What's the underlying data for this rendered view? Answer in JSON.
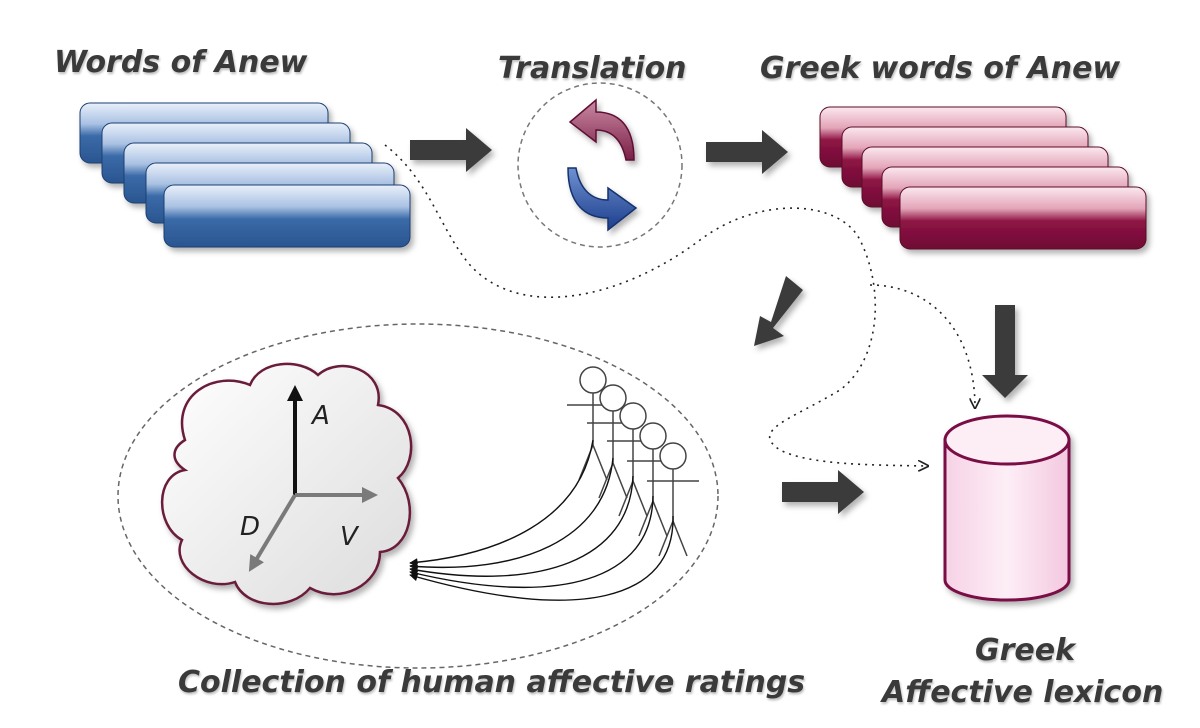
{
  "labels": {
    "words_of_anew": "Words of Anew",
    "translation": "Translation",
    "greek_words_of_anew": "Greek words of Anew",
    "collection": "Collection of human affective ratings",
    "lexicon_line1": "Greek",
    "lexicon_line2": "Affective lexicon"
  },
  "axes": {
    "arousal": "A",
    "valence": "V",
    "dominance": "D"
  },
  "colors": {
    "blue_stack": "#2f5f9e",
    "crimson_stack": "#7d0c3c",
    "arrow": "#3a3a3a",
    "cylinder_stroke": "#7a1045",
    "cylinder_fill": "#fbe3f1",
    "cloud_stroke": "#6a1a3a"
  }
}
